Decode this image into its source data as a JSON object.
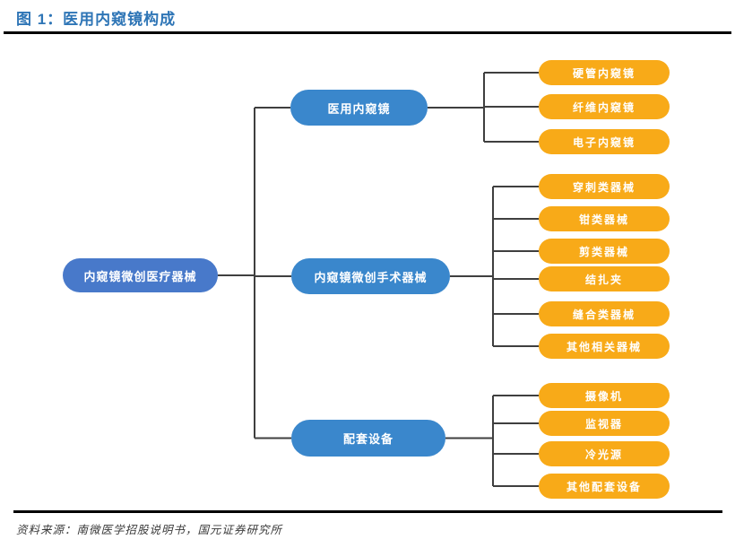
{
  "title": "图 1：医用内窥镜构成",
  "footer": {
    "source": "资料来源：南微医学招股说明书，国元证券研究所"
  },
  "colors": {
    "title_blue": "#2E75B6",
    "root_blue": "#4879CA",
    "branch_blue": "#3A87CC",
    "leaf_orange": "#F8AA18",
    "line": "#3F3F3F",
    "rule_black": "#000000"
  },
  "tree": {
    "root": "内窥镜微创医疗器械",
    "branches": [
      {
        "label": "医用内窥镜",
        "children": [
          "硬管内窥镜",
          "纤维内窥镜",
          "电子内窥镜"
        ]
      },
      {
        "label": "内窥镜微创手术器械",
        "children": [
          "穿刺类器械",
          "钳类器械",
          "剪类器械",
          "结扎夹",
          "缝合类器械",
          "其他相关器械"
        ]
      },
      {
        "label": "配套设备",
        "children": [
          "摄像机",
          "监视器",
          "冷光源",
          "其他配套设备"
        ]
      }
    ]
  }
}
